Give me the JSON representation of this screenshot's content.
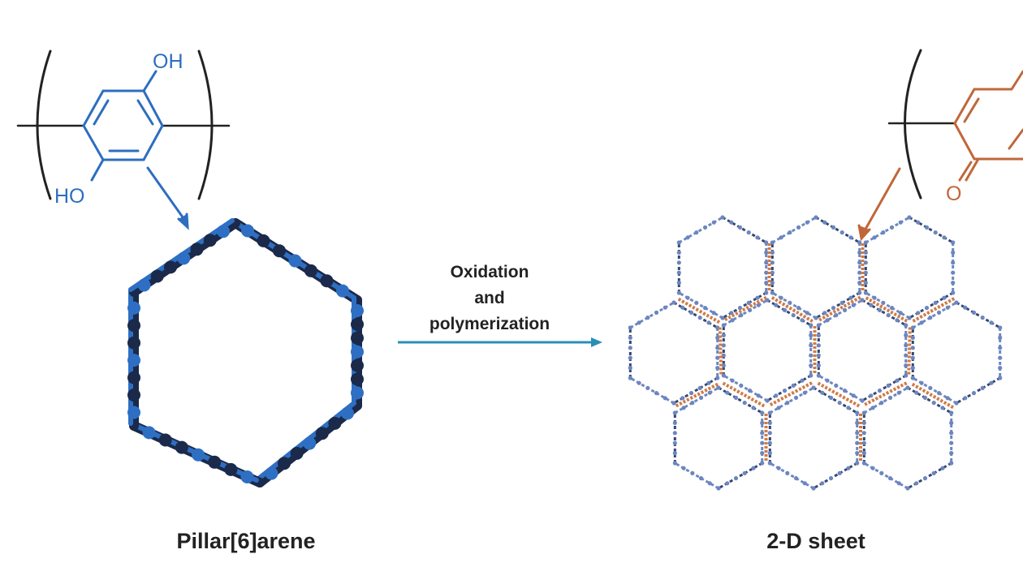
{
  "left_molecule": {
    "top_group": "OH",
    "bottom_group": "HO",
    "color": "#2d6ebf"
  },
  "right_molecule": {
    "bottom_group": "O",
    "color": "#c0673a"
  },
  "reaction": {
    "line1": "Oxidation",
    "line2": "and",
    "line3": "polymerization",
    "arrow_color": "#2a8fb5"
  },
  "captions": {
    "left": "Pillar[6]arene",
    "right": "2-D sheet"
  },
  "colors": {
    "bracket": "#222222",
    "macrocycle": "#2e6fc4",
    "macrocycle_dark": "#1b2a4a",
    "sheet_blue": "#6c86c0",
    "sheet_orange": "#d07a45"
  }
}
